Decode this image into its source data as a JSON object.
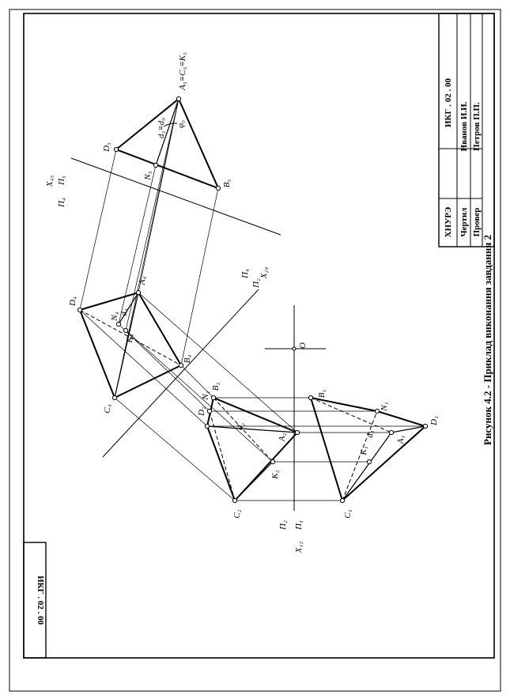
{
  "caption": "Рисунок 4.2 - Приклад виконання завдання 2",
  "stamp_code": "ИКГ . 02 . 00",
  "title_block": {
    "org": "ХНУРЭ",
    "code": "ИКГ . 02 . 00",
    "drawn_label": "Чертил",
    "drawn_name": "Иванов И.И.",
    "checked_label": "Провер",
    "checked_name": "Петров П.П."
  },
  "labels": {
    "A1": "A₁",
    "B1": "B₁",
    "C1": "C₁",
    "D1": "D₁",
    "K1": "K₁",
    "N1": "N₁",
    "d1": "d₁",
    "A2": "A₂",
    "B2": "B₂",
    "C2": "C₂",
    "D2": "D₂",
    "K2": "K₂",
    "N2": "N₂",
    "d2": "d₂",
    "A4": "A₄",
    "B4": "B₄",
    "C4": "C₄",
    "D4": "D₄",
    "K4": "K₄",
    "N4": "N₄",
    "d4": "d₄",
    "A5": "A₅≡C₅≡K₅",
    "B5": "B₅",
    "D5": "D₅",
    "N5": "N₅",
    "d5": "d₅≡d₀",
    "phi0": "φ₀",
    "O": "O",
    "x12": "X₁₂",
    "pi2_a": "Π₂",
    "pi1": "Π₁",
    "x24": "X₂₄",
    "pi4_a": "Π₄",
    "pi2_b": "Π₂",
    "x45": "X₄₅",
    "pi4_b": "Π₄",
    "pi5": "Π₅"
  }
}
